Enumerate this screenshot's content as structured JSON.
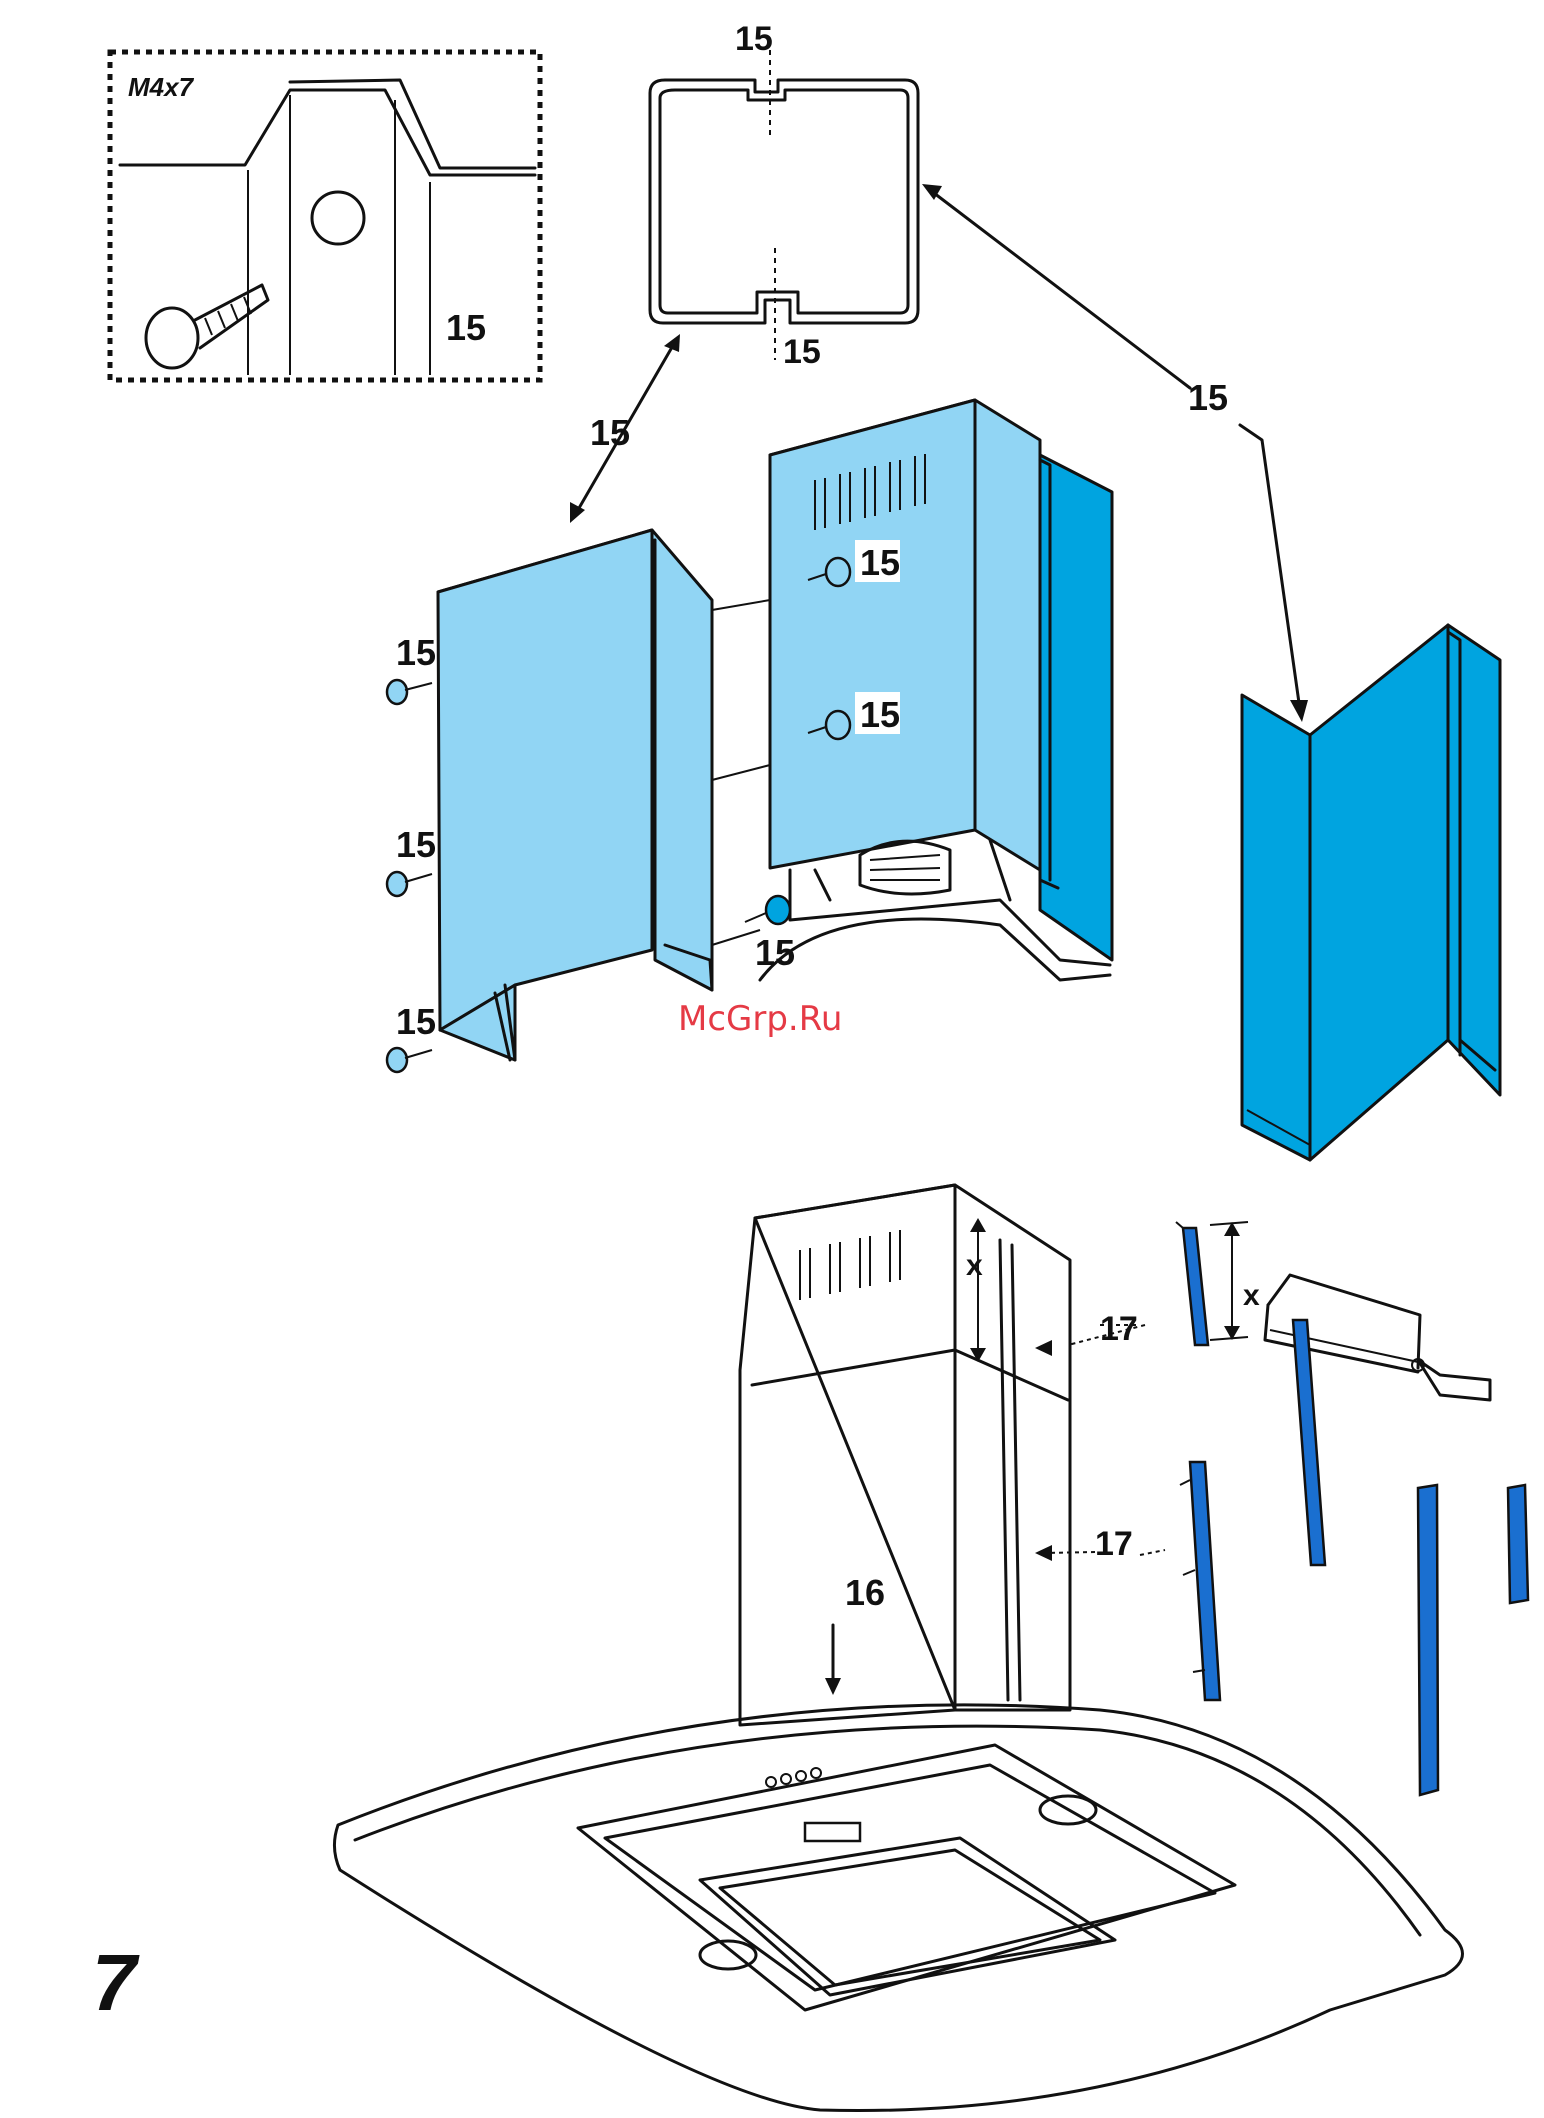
{
  "detail": {
    "screw_size": "M4x7",
    "part": "15"
  },
  "profile": {
    "top_label": "15",
    "bottom_label": "15"
  },
  "callouts": {
    "p15_upper_arrow": "15",
    "p15_right_arrow": "15",
    "p15_screw_a": "15",
    "p15_screw_b": "15",
    "p15_screw_c": "15",
    "p15_left_a": "15",
    "p15_left_b": "15",
    "p15_left_c": "15",
    "p16": "16",
    "p17_a": "17",
    "p17_b": "17",
    "x_a": "x",
    "x_b": "x"
  },
  "watermark": "McGrp.Ru",
  "step_number": "7",
  "colors": {
    "light_blue": "#91d5f4",
    "dark_blue": "#00a4e0",
    "rail_blue": "#1a6fd0",
    "watermark_red": "#e53a45"
  }
}
